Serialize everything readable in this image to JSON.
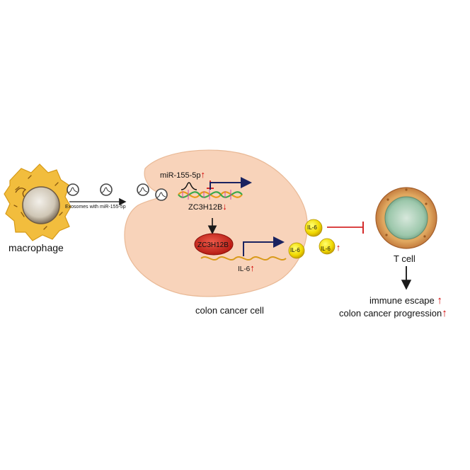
{
  "labels": {
    "macrophage": "macrophage",
    "exosomes": "Exosomes with miR-155-5p",
    "mirna": "miR-155-5p",
    "gene": "ZC3H12B",
    "protein": "ZC3H12B",
    "il6_gene": "IL-6",
    "il6_secreted_1": "IL-6",
    "il6_secreted_2": "IL-6",
    "il6_secreted_3": "IL-6",
    "colon_cell": "colon cancer cell",
    "t_cell": "T cell",
    "outcome_1": "immune escape",
    "outcome_2": "colon cancer progression"
  },
  "arrows": {
    "up": "↑",
    "down": "↓"
  },
  "colors": {
    "up_down_marker": "#d10000",
    "inhibition": "#d42a2a",
    "promoter_arrow": "#1a2360",
    "colon_cell_fill": "#f8d5bd",
    "macrophage_fill": "#f0bb3a",
    "il6_fill": "#f5e000",
    "t_cell_outer": "#d99a4c",
    "t_cell_inner": "#8fbfa0"
  }
}
